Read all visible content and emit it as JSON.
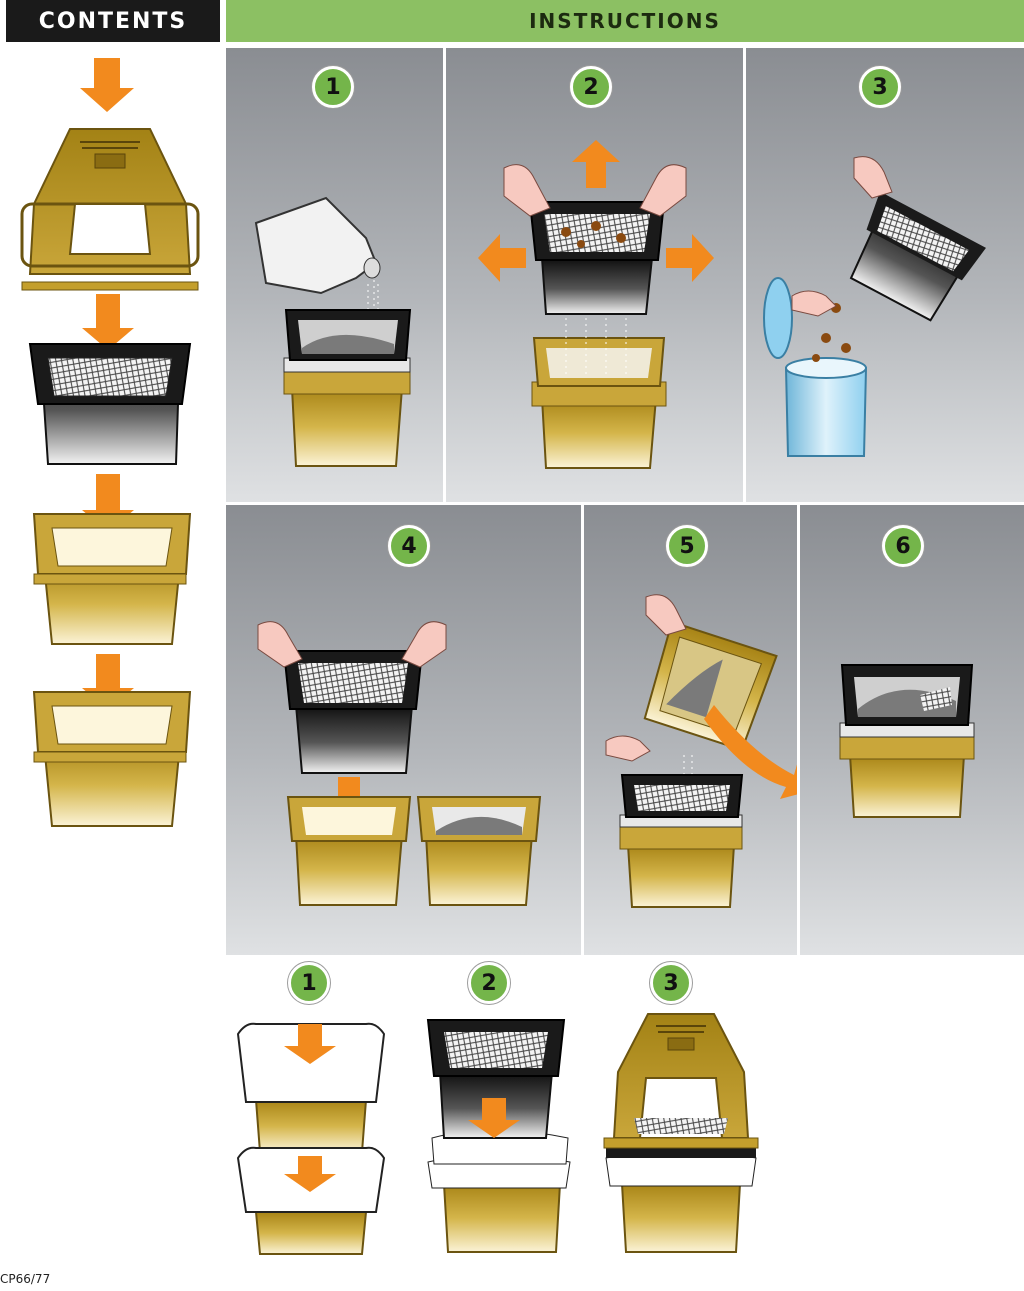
{
  "headers": {
    "contents": "CONTENTS",
    "instructions": "INSTRUCTIONS"
  },
  "steps": [
    {
      "number": "1"
    },
    {
      "number": "2"
    },
    {
      "number": "3"
    },
    {
      "number": "4"
    },
    {
      "number": "5"
    },
    {
      "number": "6"
    }
  ],
  "assembly_steps": [
    {
      "number": "1"
    },
    {
      "number": "2"
    },
    {
      "number": "3"
    }
  ],
  "product_code": "CP66/77",
  "colors": {
    "header_green": "#8cc063",
    "badge_green": "#74b54a",
    "arrow_orange": "#f28a1e",
    "tray_gold": "#b8941d",
    "tray_black": "#1a1a1a",
    "bin_blue": "#8fd0ef"
  }
}
